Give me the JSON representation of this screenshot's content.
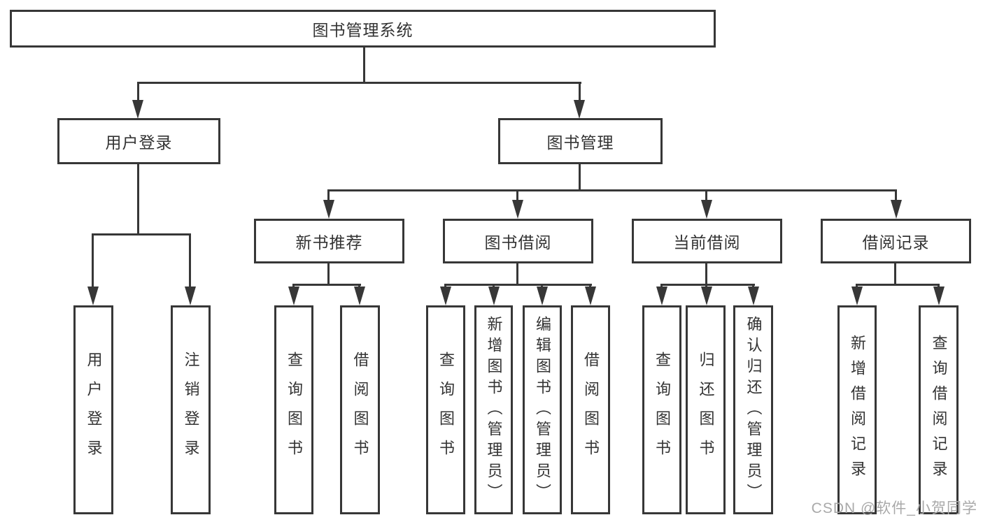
{
  "diagram": {
    "root": {
      "label": "图书管理系统"
    },
    "level2": [
      {
        "label": "用户登录"
      },
      {
        "label": "图书管理"
      }
    ],
    "level3": [
      {
        "label": "新书推荐"
      },
      {
        "label": "图书借阅"
      },
      {
        "label": "当前借阅"
      },
      {
        "label": "借阅记录"
      }
    ],
    "leaves": [
      {
        "parent": "用户登录",
        "label": "用户登录"
      },
      {
        "parent": "用户登录",
        "label": "注销登录"
      },
      {
        "parent": "新书推荐",
        "label": "查询图书"
      },
      {
        "parent": "新书推荐",
        "label": "借阅图书"
      },
      {
        "parent": "图书借阅",
        "label": "查询图书"
      },
      {
        "parent": "图书借阅",
        "label": "新增图书（管理员）"
      },
      {
        "parent": "图书借阅",
        "label": "编辑图书（管理员）"
      },
      {
        "parent": "图书借阅",
        "label": "借阅图书"
      },
      {
        "parent": "当前借阅",
        "label": "查询图书"
      },
      {
        "parent": "当前借阅",
        "label": "归还图书"
      },
      {
        "parent": "当前借阅",
        "label": "确认归还（管理员）"
      },
      {
        "parent": "借阅记录",
        "label": "新增借阅记录"
      },
      {
        "parent": "借阅记录",
        "label": "查询借阅记录"
      }
    ],
    "line_color": "#373737",
    "text_color": "#333333",
    "background_color": "#ffffff"
  },
  "watermark": {
    "text": "CSDN @软件_小贺同学",
    "color": "#a9a9a9"
  }
}
